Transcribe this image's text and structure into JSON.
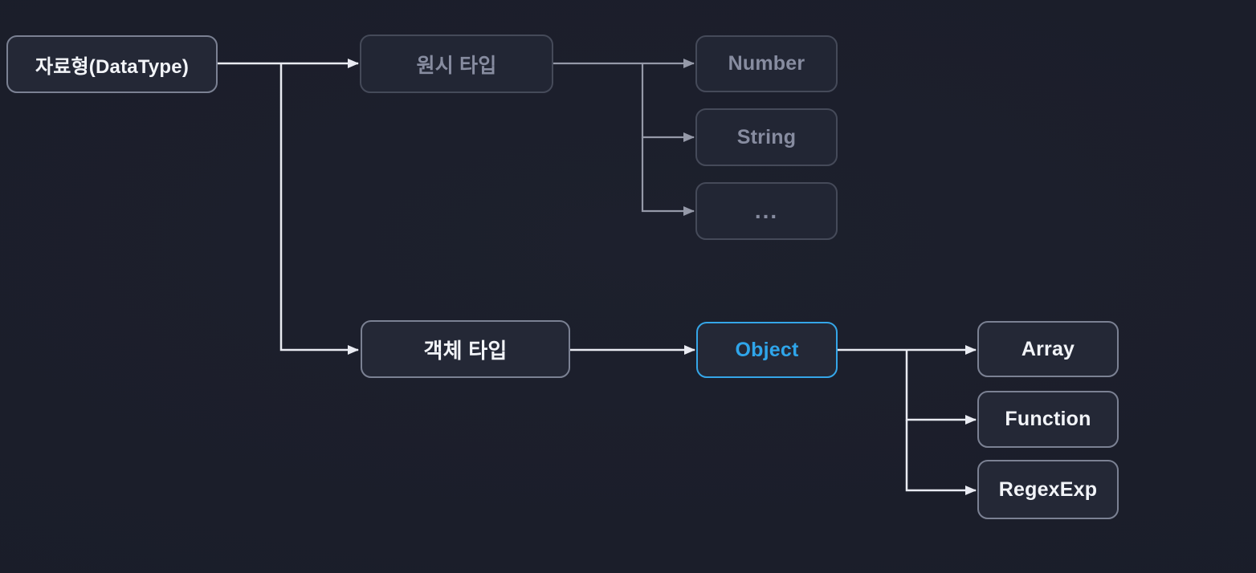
{
  "diagram": {
    "description": "JavaScript data type hierarchy",
    "accent_color": "#35a6e8",
    "background_color": "#1a1d29",
    "nodes": [
      {
        "id": "datatype",
        "label": "자료형(DataType)",
        "emphasis": "bright"
      },
      {
        "id": "primitive-type",
        "label": "원시 타입",
        "emphasis": "dim"
      },
      {
        "id": "number",
        "label": "Number",
        "emphasis": "dim"
      },
      {
        "id": "string",
        "label": "String",
        "emphasis": "dim"
      },
      {
        "id": "ellipsis",
        "label": "...",
        "emphasis": "dim"
      },
      {
        "id": "object-type",
        "label": "객체 타입",
        "emphasis": "bright"
      },
      {
        "id": "object",
        "label": "Object",
        "emphasis": "accent"
      },
      {
        "id": "array",
        "label": "Array",
        "emphasis": "bright"
      },
      {
        "id": "function",
        "label": "Function",
        "emphasis": "bright"
      },
      {
        "id": "regexexp",
        "label": "RegexExp",
        "emphasis": "bright"
      }
    ],
    "edges": [
      {
        "from": "자료형(DataType)",
        "to": "원시 타입"
      },
      {
        "from": "자료형(DataType)",
        "to": "객체 타입"
      },
      {
        "from": "원시 타입",
        "to": "Number"
      },
      {
        "from": "원시 타입",
        "to": "String"
      },
      {
        "from": "원시 타입",
        "to": "..."
      },
      {
        "from": "객체 타입",
        "to": "Object"
      },
      {
        "from": "Object",
        "to": "Array"
      },
      {
        "from": "Object",
        "to": "Function"
      },
      {
        "from": "Object",
        "to": "RegexExp"
      }
    ]
  }
}
